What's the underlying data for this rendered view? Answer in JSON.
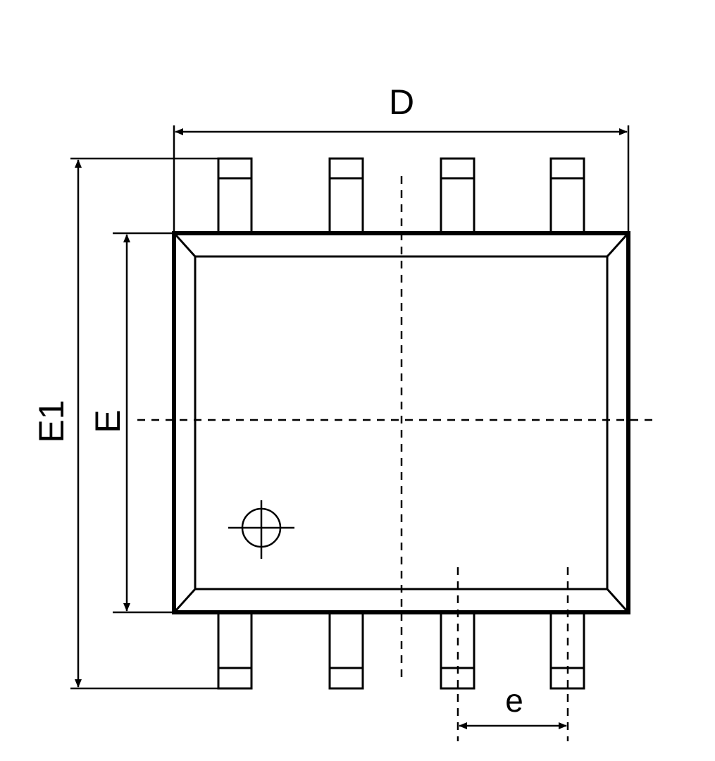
{
  "labels": {
    "length": "D",
    "body_width": "E",
    "overall_width": "E1",
    "pitch": "e"
  },
  "package": {
    "pins_per_side": 4,
    "pin1_marker": "pin1-circle-crosshair-icon"
  },
  "colors": {
    "line": "#000000",
    "background": "#ffffff"
  }
}
